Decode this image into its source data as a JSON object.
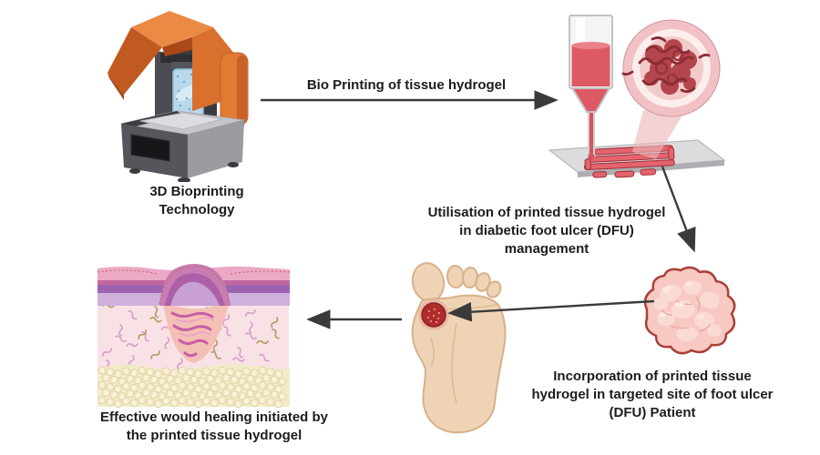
{
  "figure": {
    "type": "scientific workflow diagram",
    "background": "#ffffff",
    "labels": {
      "printer": "3D Bioprinting\nTechnology",
      "bioprint_arrow": "Bio Printing of tissue hydrogel",
      "utilisation": "Utilisation of printed tissue hydrogel\nin diabetic foot ulcer (DFU)\nmanagement",
      "incorporation": "Incorporation of printed tissue\nhydrogel in targeted site of foot ulcer\n(DFU) Patient",
      "healing": "Effective would healing initiated by\nthe printed tissue hydrogel"
    },
    "illustrations": [
      {
        "name": "3d-bioprinter-illustration",
        "depicts": "desktop SLA-style bioprinter with orange hood and grey base"
      },
      {
        "name": "bioprinting-nozzle-illustration",
        "depicts": "syringe extruding red bioink onto build platform as serpentine hydrogel lines"
      },
      {
        "name": "tissue-cells-magnifier-illustration",
        "depicts": "circular zoom inset of red cells and fibres in hydrogel"
      },
      {
        "name": "hydrogel-graft-illustration",
        "depicts": "lumpy pink printed tissue hydrogel graft"
      },
      {
        "name": "foot-sole-ulcer-illustration",
        "depicts": "sole of foot with dark red diabetic ulcer on ball of foot"
      },
      {
        "name": "skin-cross-section-illustration",
        "depicts": "healing skin cross-section: epidermis, dermis with fibroblasts, fat layer"
      }
    ],
    "arrows": [
      {
        "name": "arrow-printer-to-nozzle",
        "direction": "right"
      },
      {
        "name": "arrow-platform-to-graft",
        "direction": "down-right"
      },
      {
        "name": "arrow-graft-to-foot",
        "direction": "left"
      },
      {
        "name": "arrow-foot-to-skin",
        "direction": "left"
      }
    ],
    "colors": {
      "printer_orange": "#e0742f",
      "printer_orange_dark": "#c05a20",
      "printer_grey": "#55555b",
      "bioink_red": "#dd5a64",
      "printed_hydrogel_red": "#e4646e",
      "inset_ring_pink": "#f1c1c5",
      "cell_dark_red": "#b4454d",
      "graft_pink": "#f7c9c2",
      "graft_outline": "#a84038",
      "foot_skin_tan": "#eed4b5",
      "ulcer_red": "#b02c2c",
      "epidermis_purple": "#9d63b0",
      "dermis_pink": "#f9e2e6",
      "fat_cream": "#f3ebc6",
      "arrow_color": "#3a3a3a",
      "label_text": "#1c1c1c"
    }
  }
}
